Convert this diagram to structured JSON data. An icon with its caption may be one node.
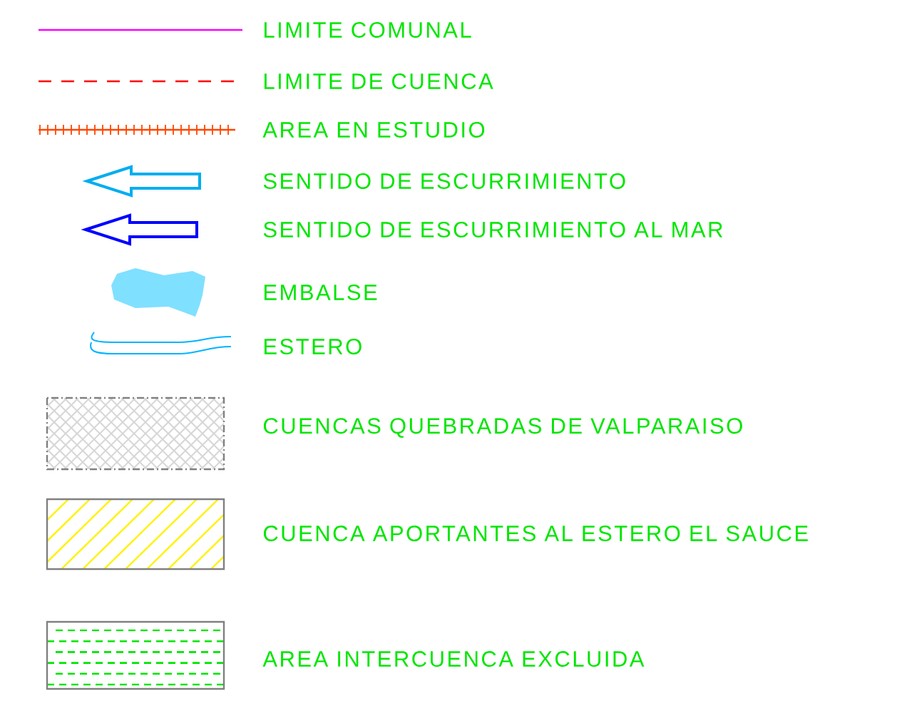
{
  "diagram": {
    "legend": [
      {
        "text": "LIMITE COMUNAL"
      },
      {
        "text": "LIMITE DE CUENCA"
      },
      {
        "text": "AREA EN ESTUDIO"
      },
      {
        "text": "SENTIDO DE ESCURRIMIENTO"
      },
      {
        "text": "SENTIDO DE ESCURRIMIENTO AL MAR"
      },
      {
        "text": "EMBALSE"
      },
      {
        "text": "ESTERO"
      },
      {
        "text": "CUENCAS QUEBRADAS DE VALPARAISO"
      },
      {
        "text": "CUENCA APORTANTES AL ESTERO EL SAUCE"
      },
      {
        "text": "AREA INTERCUENCA EXCLUIDA"
      }
    ]
  }
}
